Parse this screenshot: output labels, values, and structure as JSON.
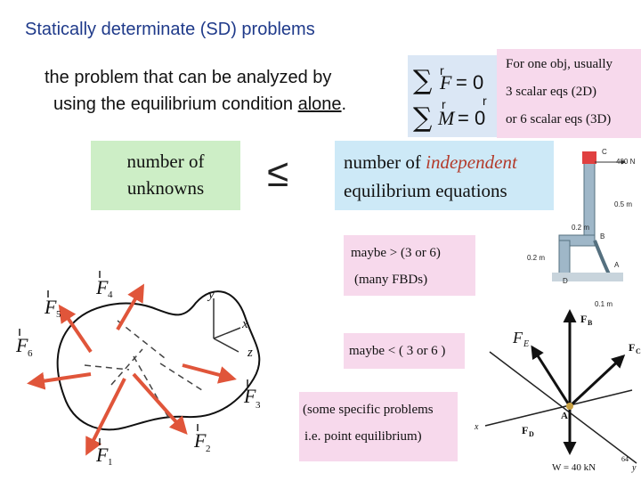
{
  "title": {
    "prefix": "Statically determinate ",
    "abbr": "(SD)",
    "suffix": " problems"
  },
  "intro": {
    "line1": "the problem that can be analyzed by",
    "line2_before": "using the equilibrium condition ",
    "line2_underlined": "alone",
    "line2_after": "."
  },
  "equations": {
    "sigma": "∑",
    "force": "F",
    "moment": "M",
    "equals_zero": "= 0",
    "vector_mark": "r"
  },
  "note": {
    "line1": "For one obj, usually",
    "line2": "3 scalar eqs (2D)",
    "line3": "or  6 scalar eqs (3D)"
  },
  "comparison": {
    "unknowns_line1": "number of",
    "unknowns_line2": "unknowns",
    "operator": "≤",
    "eqs_line1_prefix": "number of ",
    "eqs_line1_highlight": "independent",
    "eqs_line2": "equilibrium equations"
  },
  "maybe_greater": {
    "line1": "maybe > (3 or 6)",
    "line2": "(many FBDs)"
  },
  "maybe_less": {
    "line1": "maybe < ( 3 or 6 )"
  },
  "specific": {
    "line1": "(some specific problems",
    "line2": "i.e. point equilibrium)"
  },
  "body_diagram": {
    "forces": [
      {
        "symbol": "F",
        "sub": "1"
      },
      {
        "symbol": "F",
        "sub": "2"
      },
      {
        "symbol": "F",
        "sub": "3"
      },
      {
        "symbol": "F",
        "sub": "4"
      },
      {
        "symbol": "F",
        "sub": "5"
      },
      {
        "symbol": "F",
        "sub": "6"
      }
    ],
    "axes": {
      "x": "x",
      "y": "y",
      "z": "z"
    },
    "arrow_color": "#e0553a"
  },
  "structure_figure": {
    "labels": {
      "load": "400 N",
      "point_c": "C",
      "point_b": "B",
      "point_a": "A",
      "point_d": "D",
      "dim_1": "0.5 m",
      "dim_2": "0.2 m",
      "dim_3": "0.2 m",
      "dim_4": "0.1 m"
    }
  },
  "particle_figure": {
    "labels": {
      "fe": "F",
      "fe_sub": "E",
      "fb": "F",
      "fb_sub": "B",
      "fc": "F",
      "fc_sub": "C",
      "fd": "F",
      "fd_sub": "D",
      "point": "A",
      "x": "x",
      "y": "y",
      "weight": "W = 40 kN"
    },
    "page_number": "64"
  }
}
